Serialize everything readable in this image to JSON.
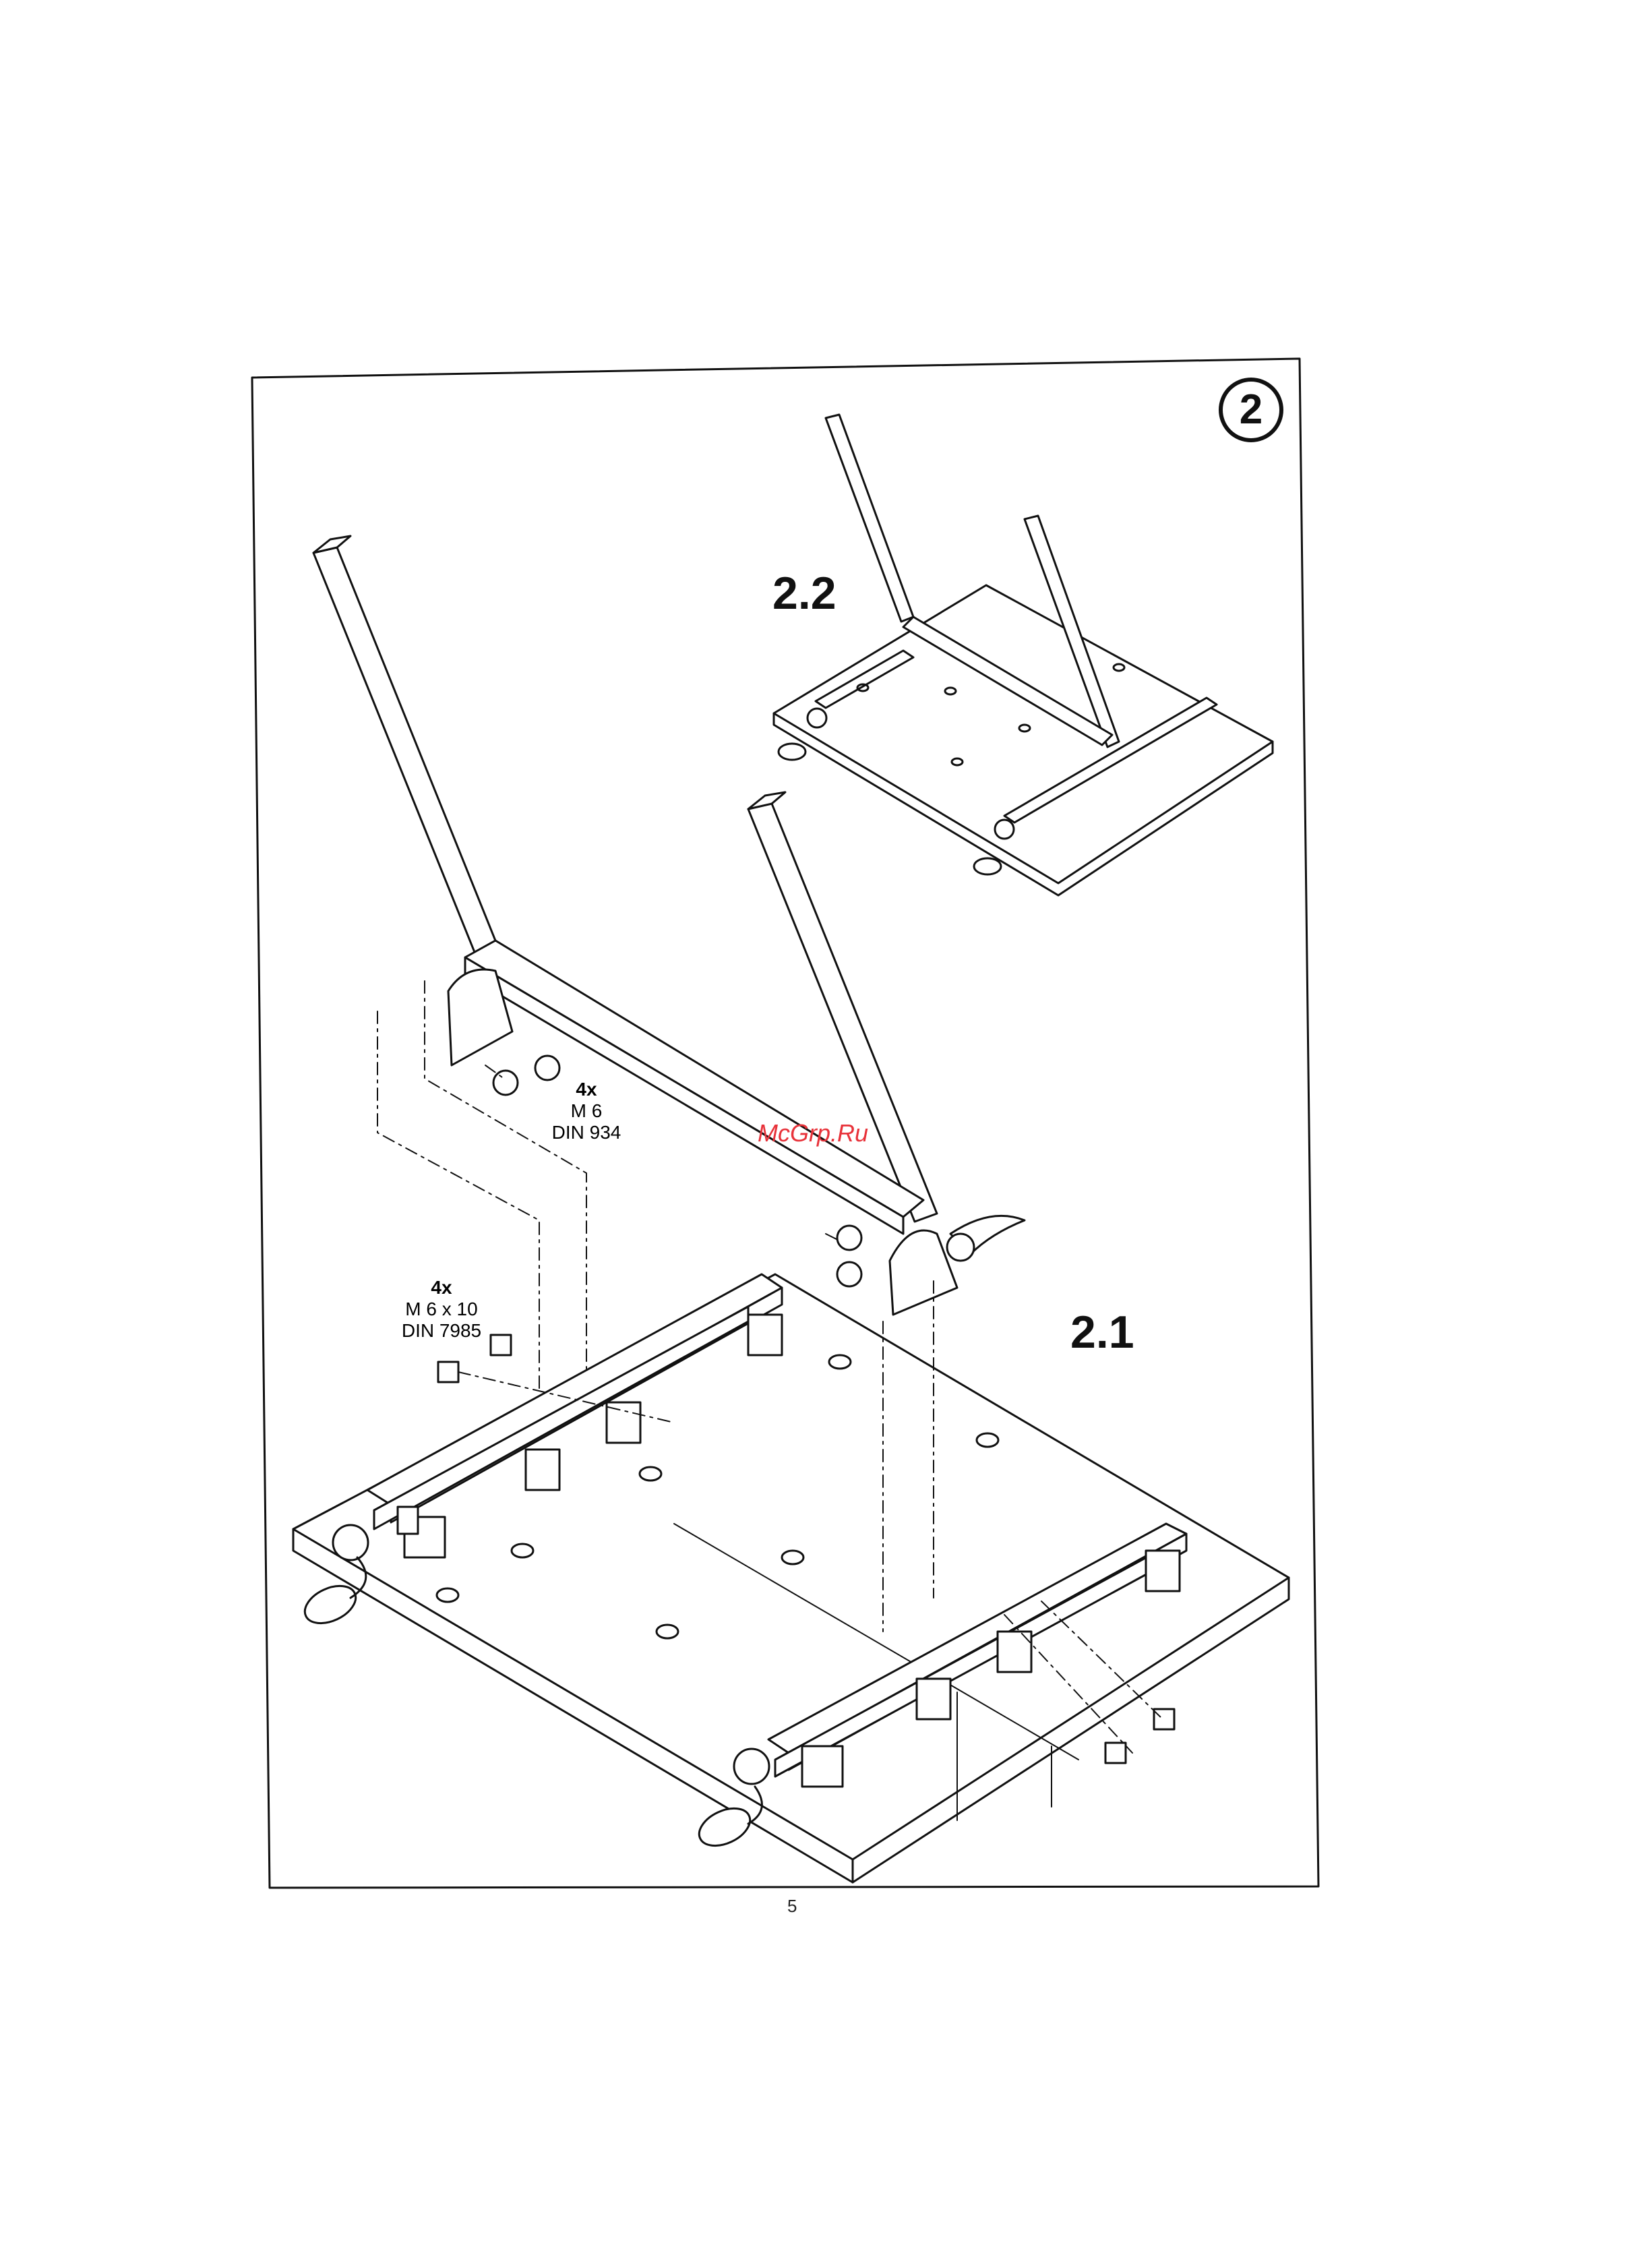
{
  "step": {
    "number": "2"
  },
  "substeps": {
    "a": "2.1",
    "b": "2.2"
  },
  "parts": {
    "nuts": {
      "qty": "4x",
      "size": "M 6",
      "standard": "DIN 934"
    },
    "screws": {
      "qty": "4x",
      "size": "M 6 x 10",
      "standard": "DIN 7985"
    }
  },
  "watermark": "McGrp.Ru",
  "page_number": "5",
  "colors": {
    "ink": "#111111",
    "watermark": "#e8323a",
    "paper": "#ffffff"
  }
}
